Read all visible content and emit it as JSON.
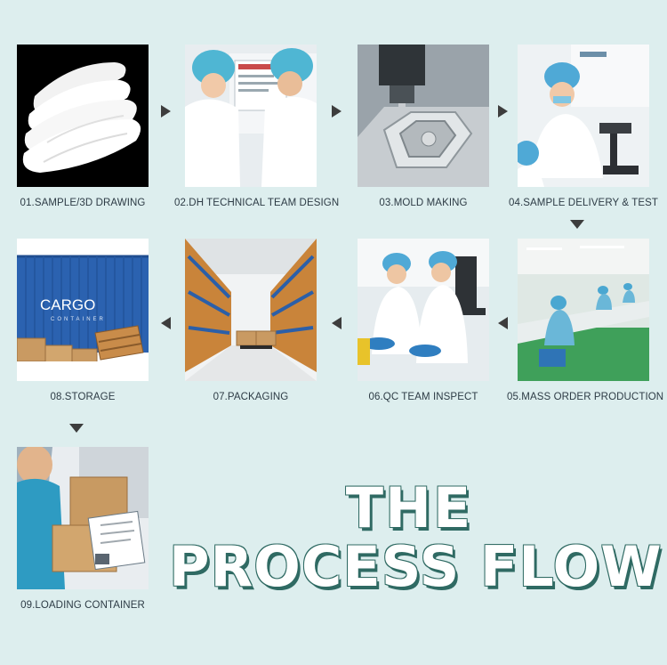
{
  "headline": {
    "line1": "THE",
    "line2": "PROCESS FLOW"
  },
  "steps": [
    {
      "label": "01.SAMPLE/3D DRAWING"
    },
    {
      "label": "02.DH TECHNICAL TEAM DESIGN"
    },
    {
      "label": "03.MOLD MAKING"
    },
    {
      "label": "04.SAMPLE DELIVERY & TEST"
    },
    {
      "label": "05.MASS ORDER PRODUCTION"
    },
    {
      "label": "06.QC TEAM INSPECT"
    },
    {
      "label": "07.PACKAGING"
    },
    {
      "label": "08.STORAGE"
    },
    {
      "label": "09.LOADING CONTAINER"
    }
  ],
  "container_sign": {
    "main": "CARGO",
    "sub": "CONTAINER"
  },
  "colors": {
    "background": "#ddeeee",
    "label_text": "#2d3b45",
    "arrow": "#3d3d3d",
    "headline_fill": "#ffffff",
    "headline_shadow": "#2f6a63"
  }
}
